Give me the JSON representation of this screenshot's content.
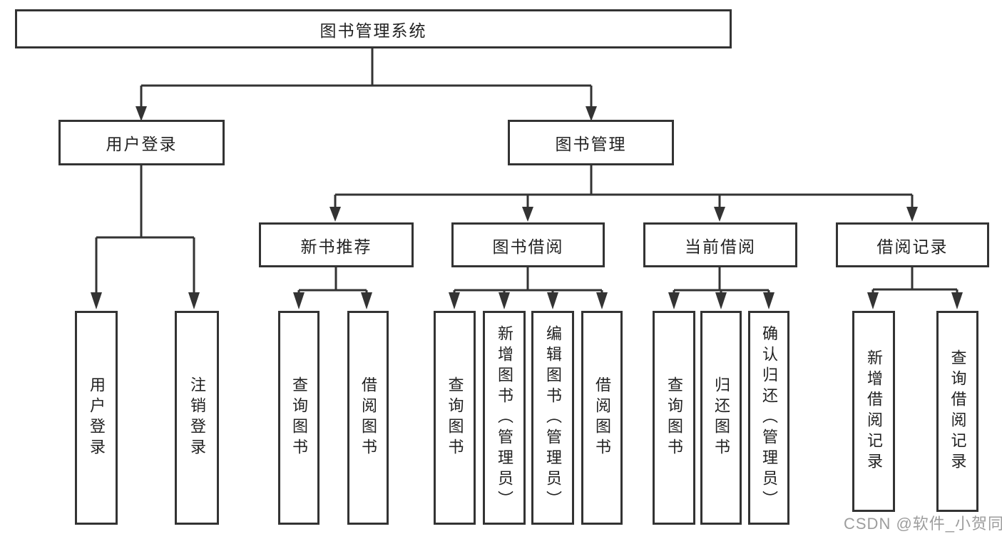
{
  "diagram_title": "图书管理系统",
  "colors": {
    "line": "#333333",
    "box_border": "#333333",
    "text": "#222222",
    "background": "#ffffff",
    "watermark": "#9d9d9d"
  },
  "nodes": {
    "root": "图书管理系统",
    "level2": {
      "user_login": "用户登录",
      "book_management": "图书管理"
    },
    "level3": {
      "new_book_recommend": "新书推荐",
      "book_borrow": "图书借阅",
      "current_borrow": "当前借阅",
      "borrow_record": "借阅记录"
    },
    "leaves": {
      "user_login": "用户登录",
      "logout": "注销登录",
      "nbr_query_book": "查询图书",
      "nbr_borrow_book": "借阅图书",
      "bb_query_book": "查询图书",
      "bb_add_book": "新增图书（管理员）",
      "bb_edit_book": "编辑图书（管理员）",
      "bb_borrow_book": "借阅图书",
      "cb_query_book": "查询图书",
      "cb_return_book": "归还图书",
      "cb_confirm_return": "确认归还（管理员）",
      "br_add_record": "新增借阅记录",
      "br_query_record": "查询借阅记录"
    }
  },
  "watermark": "CSDN @软件_小贺同学"
}
